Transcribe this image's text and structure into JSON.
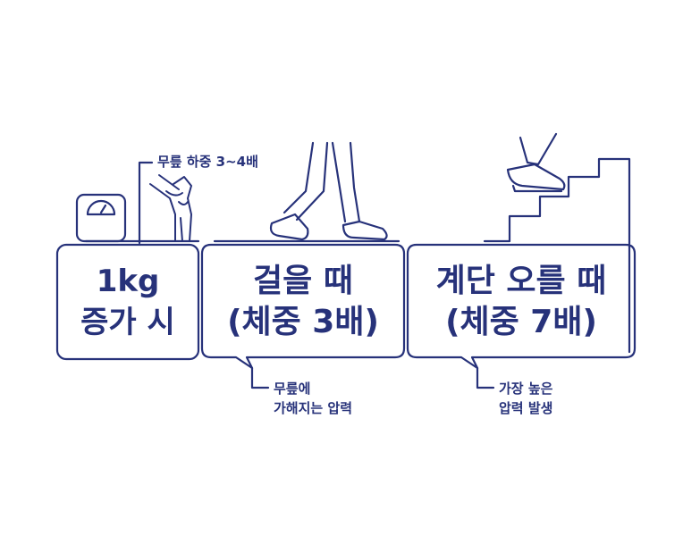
{
  "annotations": {
    "knee_load": "무릎 하중 3~4배",
    "walking_note": [
      "무릎에",
      "가해지는 압력"
    ],
    "stairs_note": [
      "가장 높은",
      "압력 발생"
    ]
  },
  "boxes": [
    {
      "lines": [
        "1kg",
        "증가 시"
      ]
    },
    {
      "lines": [
        "걸을 때",
        "(체중 3배)"
      ]
    },
    {
      "lines": [
        "계단 오를 때",
        "(체중 7배)"
      ]
    }
  ],
  "icons": [
    "scale-icon",
    "knee-joint-icon",
    "walking-legs-icon",
    "stair-climbing-icon"
  ],
  "colors": {
    "accent": "#27327a",
    "background": "#ffffff"
  }
}
